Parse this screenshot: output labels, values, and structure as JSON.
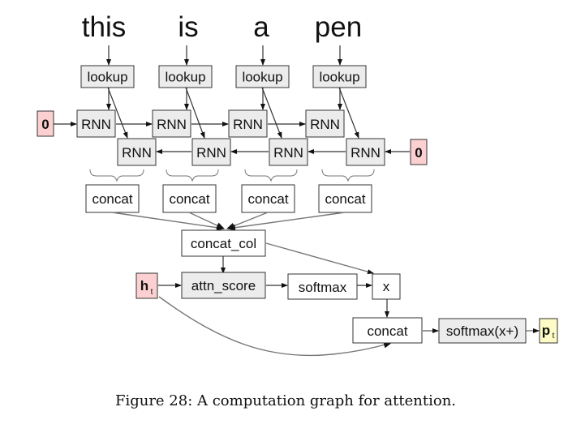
{
  "figure": {
    "caption": "Figure 28: A computation graph for attention.",
    "words": [
      "this",
      "is",
      "a",
      "pen"
    ],
    "colors": {
      "gray_node": "#ececec",
      "white_node": "#ffffff",
      "zero_node": "#fcd0d0",
      "hidden_node": "#fcd0d0",
      "output_node": "#fdfbc6",
      "border": "#333333"
    },
    "nodes": {
      "lookup": [
        "lookup",
        "lookup",
        "lookup",
        "lookup"
      ],
      "rnn_forward": [
        "RNN",
        "RNN",
        "RNN",
        "RNN"
      ],
      "rnn_backward": [
        "RNN",
        "RNN",
        "RNN",
        "RNN"
      ],
      "zero_left": "0",
      "zero_right": "0",
      "concat": [
        "concat",
        "concat",
        "concat",
        "concat"
      ],
      "concat_col": "concat_col",
      "hidden": {
        "main": "h",
        "sub": "t"
      },
      "attn_score": "attn_score",
      "softmax": "softmax",
      "multiply": "x",
      "concat_final": "concat",
      "softmax_out": "softmax(x+)",
      "output": {
        "main": "p",
        "sub": "t"
      }
    }
  }
}
